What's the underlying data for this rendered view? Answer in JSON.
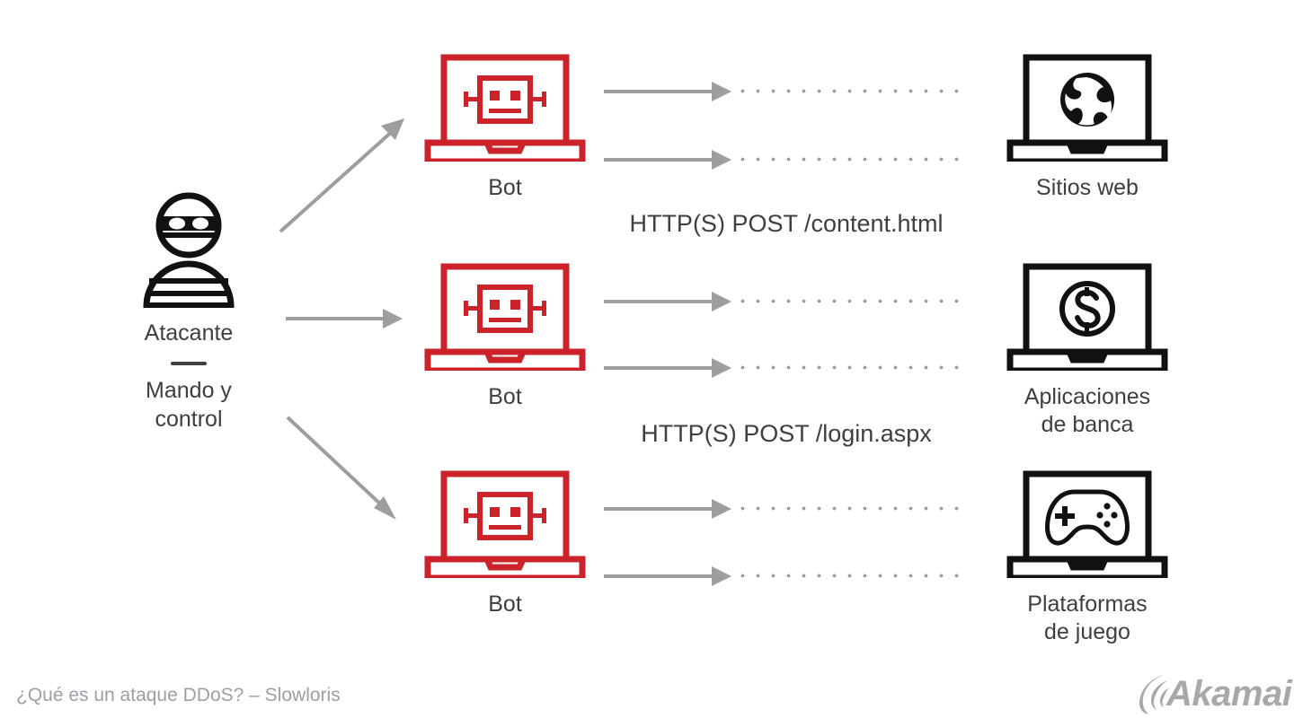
{
  "diagram": {
    "title": "¿Qué es un ataque DDoS? – Slowloris",
    "colors": {
      "bot_red": "#cc2229",
      "target_black": "#111111",
      "connector_gray": "#9e9e9e",
      "text_gray": "#3c4043",
      "caption_gray": "#9aa0a6",
      "background": "#ffffff"
    },
    "attacker": {
      "icon": "burglar-mask-icon",
      "label_primary": "Atacante",
      "label_secondary": "Mando y\ncontrol"
    },
    "bots": [
      {
        "id": "bot-1",
        "icon": "laptop-robot-icon",
        "label": "Bot"
      },
      {
        "id": "bot-2",
        "icon": "laptop-robot-icon",
        "label": "Bot"
      },
      {
        "id": "bot-3",
        "icon": "laptop-robot-icon",
        "label": "Bot"
      }
    ],
    "targets": [
      {
        "id": "target-websites",
        "icon": "globe-icon",
        "label": "Sitios web"
      },
      {
        "id": "target-banking",
        "icon": "dollar-coin-icon",
        "label": "Aplicaciones\nde banca"
      },
      {
        "id": "target-gaming",
        "icon": "game-controller-icon",
        "label": "Plataformas\nde juego"
      }
    ],
    "flow_labels": [
      {
        "id": "flow-content",
        "text": "HTTP(S) POST /content.html"
      },
      {
        "id": "flow-login",
        "text": "HTTP(S) POST /login.aspx"
      }
    ],
    "brand": {
      "name": "Akamai"
    }
  }
}
